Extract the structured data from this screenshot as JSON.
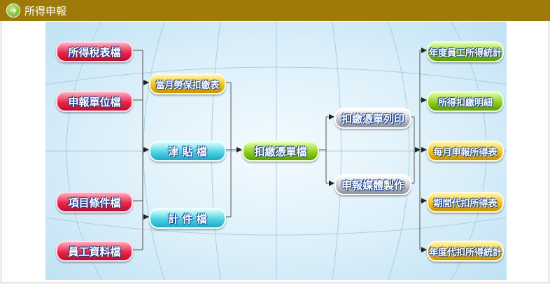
{
  "header": {
    "title": "所得申報",
    "icon": "arrow-right-circle-icon"
  },
  "sources": [
    "所得稅表檔",
    "申報單位檔",
    "項目條件檔",
    "員工資料檔"
  ],
  "intermediate": {
    "labor": "當月勞保扣繳表",
    "allowance": "津 貼 檔",
    "piecework": "計 件 檔"
  },
  "withholding": "扣繳憑單檔",
  "outputs_mid": [
    "扣繳憑單列印",
    "申報媒體製作"
  ],
  "reports": [
    "年度員工所得統計",
    "所得扣繳明細",
    "每月申報所得表",
    "期間代扣所得表",
    "年度代扣所得統計"
  ]
}
